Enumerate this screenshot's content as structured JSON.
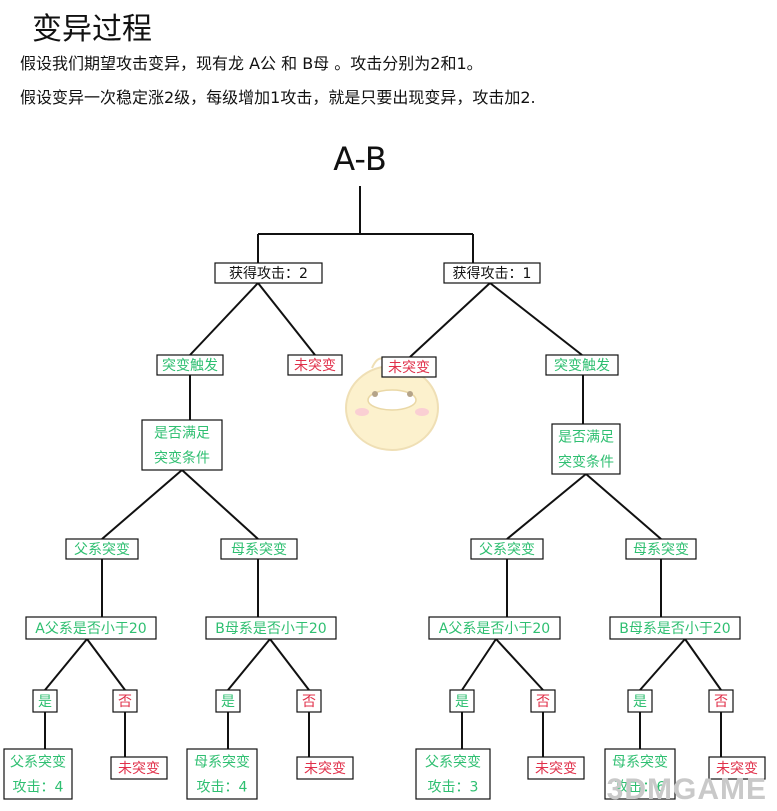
{
  "page": {
    "title": "变异过程",
    "intro_lines": [
      "假设我们期望攻击变异，现有龙 A公 和 B母 。攻击分别为2和1。",
      "假设变异一次稳定涨2级，每级增加1攻击，就是只要出现变异，攻击加2."
    ]
  },
  "colors": {
    "black": "#111111",
    "green": "#2fbf71",
    "red": "#e0304a",
    "line": "#111111"
  },
  "diagram": {
    "root": "A-B",
    "nodes": [
      {
        "id": "gain-left",
        "lines": [
          "获得攻击：2"
        ],
        "color": "black"
      },
      {
        "id": "gain-right",
        "lines": [
          "获得攻击：1"
        ],
        "color": "black"
      },
      {
        "id": "trigger-left",
        "lines": [
          "突变触发"
        ],
        "color": "green"
      },
      {
        "id": "none-left",
        "lines": [
          "未突变"
        ],
        "color": "red"
      },
      {
        "id": "none-right",
        "lines": [
          "未突变"
        ],
        "color": "red"
      },
      {
        "id": "trigger-right",
        "lines": [
          "突变触发"
        ],
        "color": "green"
      },
      {
        "id": "cond-left",
        "lines": [
          "是否满足",
          "突变条件"
        ],
        "color": "green"
      },
      {
        "id": "cond-right",
        "lines": [
          "是否满足",
          "突变条件"
        ],
        "color": "green"
      },
      {
        "id": "father-l",
        "lines": [
          "父系突变"
        ],
        "color": "green"
      },
      {
        "id": "mother-l",
        "lines": [
          "母系突变"
        ],
        "color": "green"
      },
      {
        "id": "father-r",
        "lines": [
          "父系突变"
        ],
        "color": "green"
      },
      {
        "id": "mother-r",
        "lines": [
          "母系突变"
        ],
        "color": "green"
      },
      {
        "id": "a-check-l",
        "lines": [
          "A父系是否小于20"
        ],
        "color": "green"
      },
      {
        "id": "b-check-l",
        "lines": [
          "B母系是否小于20"
        ],
        "color": "green"
      },
      {
        "id": "a-check-r",
        "lines": [
          "A父系是否小于20"
        ],
        "color": "green"
      },
      {
        "id": "b-check-r",
        "lines": [
          "B母系是否小于20"
        ],
        "color": "green"
      },
      {
        "id": "yes-1",
        "lines": [
          "是"
        ],
        "color": "green"
      },
      {
        "id": "no-1",
        "lines": [
          "否"
        ],
        "color": "red"
      },
      {
        "id": "yes-2",
        "lines": [
          "是"
        ],
        "color": "green"
      },
      {
        "id": "no-2",
        "lines": [
          "否"
        ],
        "color": "red"
      },
      {
        "id": "yes-3",
        "lines": [
          "是"
        ],
        "color": "green"
      },
      {
        "id": "no-3",
        "lines": [
          "否"
        ],
        "color": "red"
      },
      {
        "id": "yes-4",
        "lines": [
          "是"
        ],
        "color": "green"
      },
      {
        "id": "no-4",
        "lines": [
          "否"
        ],
        "color": "red"
      },
      {
        "id": "result-1",
        "lines": [
          "父系突变",
          "攻击：4"
        ],
        "color": "green"
      },
      {
        "id": "none-1",
        "lines": [
          "未突变"
        ],
        "color": "red"
      },
      {
        "id": "result-2",
        "lines": [
          "母系突变",
          "攻击：4"
        ],
        "color": "green"
      },
      {
        "id": "none-2",
        "lines": [
          "未突变"
        ],
        "color": "red"
      },
      {
        "id": "result-3",
        "lines": [
          "父系突变",
          "攻击：3"
        ],
        "color": "green"
      },
      {
        "id": "none-3",
        "lines": [
          "未突变"
        ],
        "color": "red"
      },
      {
        "id": "result-4",
        "lines": [
          "母系突变",
          "攻击：6"
        ],
        "color": "green"
      },
      {
        "id": "none-4",
        "lines": [
          "未突变"
        ],
        "color": "red"
      }
    ]
  },
  "watermark": "3DMGAME"
}
